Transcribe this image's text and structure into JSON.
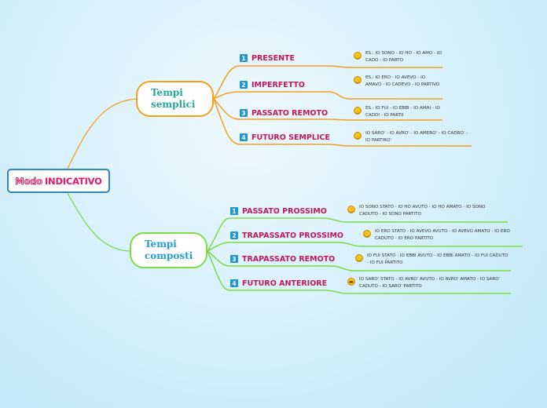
{
  "root": {
    "word1": "Modo",
    "word2": "INDICATIVO"
  },
  "branches": [
    {
      "label": "Tempi semplici"
    },
    {
      "label": "Tempi composti"
    }
  ],
  "items": [
    {
      "num": "1",
      "label": "PRESENTE",
      "leaf": "ES.: IO SONO - IO HO - IO AMO - IO CADO - IO PARTO",
      "icon": "laughing-emoji-icon"
    },
    {
      "num": "2",
      "label": "IMPERFETTO",
      "leaf": "ES.: IO ERO - IO AVEVO - IO AMAVO - IO CADEVO - IO PARTIVO",
      "icon": "smiling-emoji-icon"
    },
    {
      "num": "3",
      "label": "PASSATO REMOTO",
      "leaf": "ES.: IO FUI - IO EBBI - IO AMAI - IO CADDI - IO PARTII",
      "icon": "smile-emoji-icon"
    },
    {
      "num": "4",
      "label": "FUTURO SEMPLICE",
      "leaf": "IO SARO' - IO AVRO' - IO AMERO' - IO CADRO' - IO PARTIRO'",
      "icon": "grin-emoji-icon"
    },
    {
      "num": "1",
      "label": "PASSATO PROSSIMO",
      "leaf": "IO SONO STATO - IO HO AVUTO - IO HO AMATO - IO SONO CADUTO - IO SONO PARTITO",
      "icon": "neutral-emoji-icon"
    },
    {
      "num": "2",
      "label": "TRAPASSATO PROSSIMO",
      "leaf": "IO ERO STATO - IO AVEVO AVUTO - IO AVEVO AMATO - IO ERO CADUTO - IO ERO PARTITO",
      "icon": "wink-emoji-icon"
    },
    {
      "num": "3",
      "label": "TRAPASSATO REMOTO",
      "leaf": "IO FUI STATO - IO EBBI AVUTO - IO EBBI AMATO - IO FUI CADUTO - IO FUI PARTITO",
      "icon": "tongue-emoji-icon"
    },
    {
      "num": "4",
      "label": "FUTURO ANTERIORE",
      "leaf": "IO SARO' STATO - IO AVRO' AVUTO - IO AVRO' AMATO - IO SARO' CADUTO - IO SARO' PARTITO",
      "icon": "sunglasses-emoji-icon"
    }
  ],
  "colors": {
    "orange": "#f59f1b",
    "green": "#7ddb45",
    "blue": "#2f86c2",
    "magenta": "#c2185b",
    "badge": "#2196d6"
  }
}
